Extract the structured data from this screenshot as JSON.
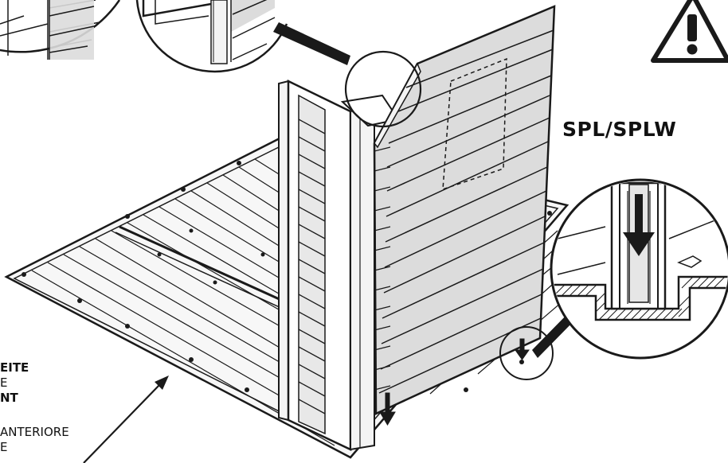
{
  "model_label": "SPL/SPLW",
  "side_text": [
    {
      "text": "EITE",
      "bold": true
    },
    {
      "text": "E",
      "bold": false
    },
    {
      "text": "NT",
      "bold": true
    },
    {
      "text": "ANTERIORE",
      "bold": false
    },
    {
      "text": "E",
      "bold": false
    }
  ],
  "warning_icon": "warning-triangle-icon",
  "colors": {
    "line": "#1a1a1a",
    "panel_fill": "#dcdcdc",
    "panel_light": "#f4f4f4",
    "background": "#ffffff"
  }
}
